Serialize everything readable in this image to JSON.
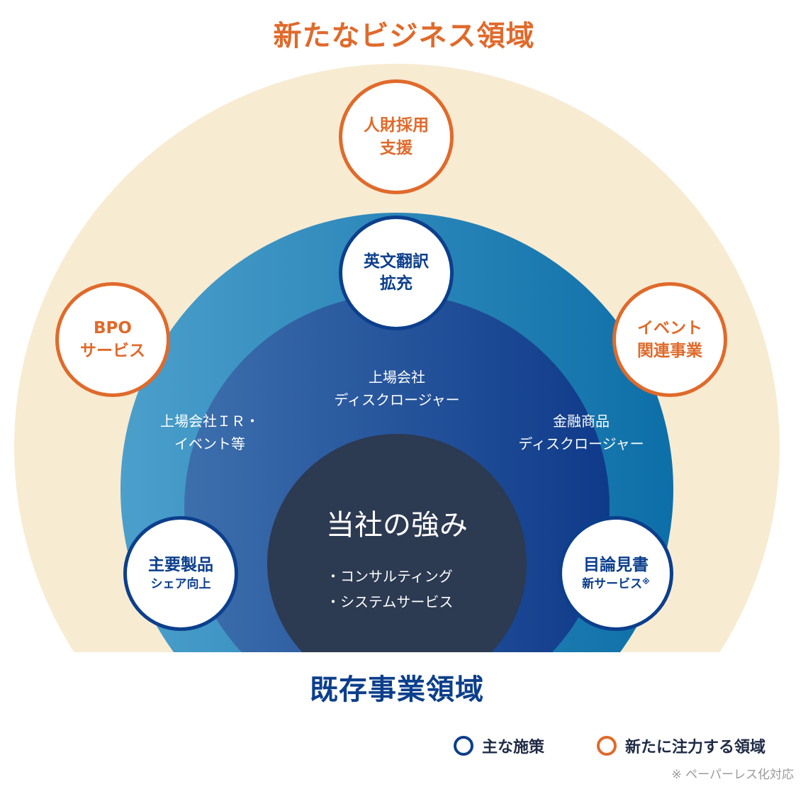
{
  "title_new": "新たなビジネス領域",
  "title_existing": "既存事業領域",
  "core": {
    "title": "当社の強み",
    "items": [
      "・コンサルティング",
      "・システムサービス"
    ]
  },
  "ring_labels": {
    "left": [
      "上場会社ＩＲ・",
      "イベント等"
    ],
    "top": [
      "上場会社",
      "ディスクロージャー"
    ],
    "right": [
      "金融商品",
      "ディスクロージャー"
    ]
  },
  "orange_bubbles": {
    "hr": [
      "人財採用",
      "支援"
    ],
    "bpo": [
      "BPO",
      "サービス"
    ],
    "event": [
      "イベント",
      "関連事業"
    ]
  },
  "blue_bubbles": {
    "translation": [
      "英文翻訳",
      "拡充"
    ],
    "share": {
      "main": "主要製品",
      "sub": "シェア向上"
    },
    "prospectus": {
      "main": "目論見書",
      "sub": "新サービス",
      "mark": "※"
    }
  },
  "legend": {
    "main_measures": "主な施策",
    "new_focus": "新たに注力する領域"
  },
  "note": "※ ペーパーレス化対応",
  "colors": {
    "orange": "#e06a2b",
    "navy": "#0c3f8c",
    "cream": "#f7ebd2",
    "core": "#2c3a52"
  }
}
